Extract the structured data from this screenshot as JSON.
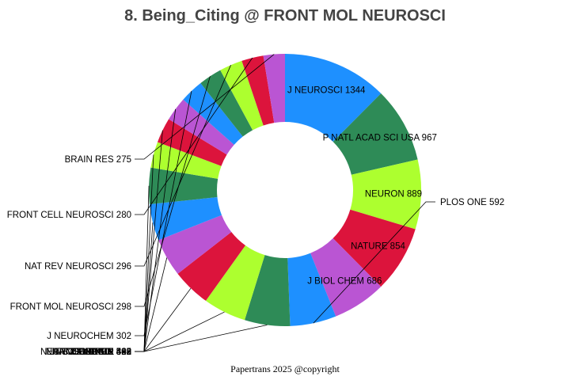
{
  "chart_data": {
    "type": "pie",
    "style": "donut",
    "title": "8. Being_Citing @ FRONT MOL NEUROSCI",
    "footer": "Papertrans 2025 @copyright",
    "slices": [
      {
        "label": "J NEUROSCI",
        "value": 1344,
        "color": "#1e90ff"
      },
      {
        "label": "P NATL ACAD SCI USA",
        "value": 967,
        "color": "#2e8b57"
      },
      {
        "label": "NEURON",
        "value": 889,
        "color": "#adff2f"
      },
      {
        "label": "NATURE",
        "value": 854,
        "color": "#dc143c"
      },
      {
        "label": "J BIOL CHEM",
        "value": 686,
        "color": "#ba55d3"
      },
      {
        "label": "PLOS ONE",
        "value": 592,
        "color": "#1e90ff"
      },
      {
        "label": "CELL",
        "value": 582,
        "color": "#2e8b57"
      },
      {
        "label": "SCIENCE",
        "value": 549,
        "color": "#adff2f"
      },
      {
        "label": "NAT NEUROSCI",
        "value": 493,
        "color": "#dc143c"
      },
      {
        "label": "SCI REP-UK",
        "value": 491,
        "color": "#ba55d3"
      },
      {
        "label": "NAT COMMUN",
        "value": 468,
        "color": "#1e90ff"
      },
      {
        "label": "INT J MOL SCI",
        "value": 465,
        "color": "#2e8b57"
      },
      {
        "label": "NEUROSCIENCE",
        "value": 333,
        "color": "#adff2f"
      },
      {
        "label": "CELL REP",
        "value": 322,
        "color": "#dc143c"
      },
      {
        "label": "BRAIN",
        "value": 308,
        "color": "#ba55d3"
      },
      {
        "label": "J NEUROCHEM",
        "value": 302,
        "color": "#1e90ff"
      },
      {
        "label": "FRONT MOL NEUROSCI",
        "value": 298,
        "color": "#2e8b57"
      },
      {
        "label": "NAT REV NEUROSCI",
        "value": 296,
        "color": "#adff2f"
      },
      {
        "label": "FRONT CELL NEUROSCI",
        "value": 280,
        "color": "#dc143c"
      },
      {
        "label": "BRAIN RES",
        "value": 275,
        "color": "#ba55d3"
      }
    ]
  }
}
